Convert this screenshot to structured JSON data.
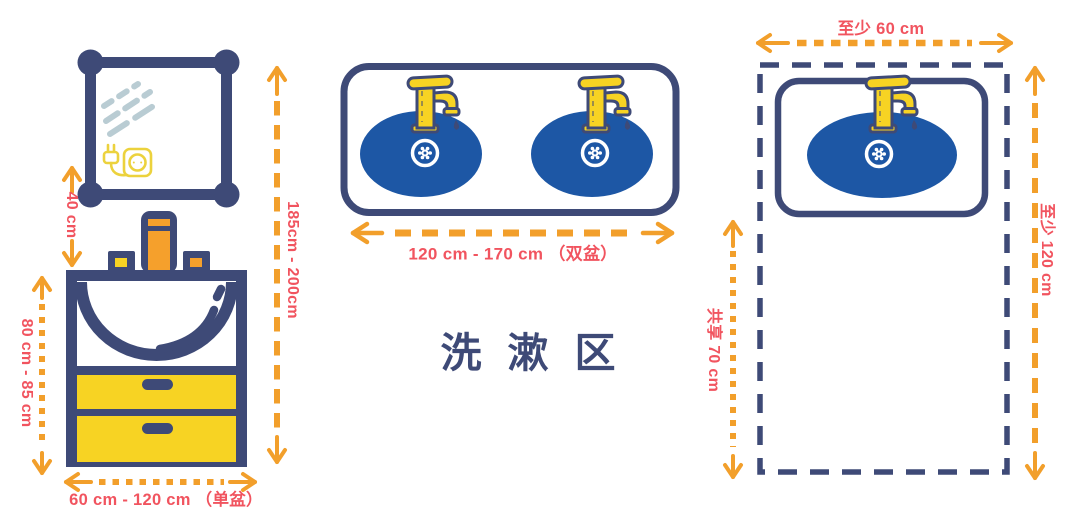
{
  "title": "洗漱区",
  "colors": {
    "navy": "#3e4a77",
    "basin_blue": "#1d57a5",
    "cabinet_yellow": "#f7d323",
    "faucet_yellow": "#f7d323",
    "arrow_orange": "#f29f2b",
    "label_red": "#f1545f",
    "mirror_shine": "#b9ccd3",
    "socket_yellow": "#ecd23d"
  },
  "left_section": {
    "mirror_to_basin_gap": "40 cm",
    "vanity_height": "80 cm - 85 cm",
    "mirror_top_height": "185cm - 200cm",
    "single_basin_width": "60 cm - 120 cm （单盆）"
  },
  "middle_section": {
    "double_basin_width": "120 cm - 170 cm （双盆）"
  },
  "right_section": {
    "zone_min_width": "至少 60 cm",
    "zone_min_depth": "至少 120 cm",
    "shared_clearance": "共享 70 cm"
  },
  "icons": {
    "mirror": "mirror-icon",
    "power_socket": "power-socket-icon",
    "vanity_cabinet": "vanity-cabinet-icon",
    "faucet": "faucet-icon",
    "sink_basin": "sink-basin-icon",
    "drain": "drain-icon",
    "water_drop": "water-drop-icon",
    "dimension_arrow": "dimension-arrow-icon"
  }
}
